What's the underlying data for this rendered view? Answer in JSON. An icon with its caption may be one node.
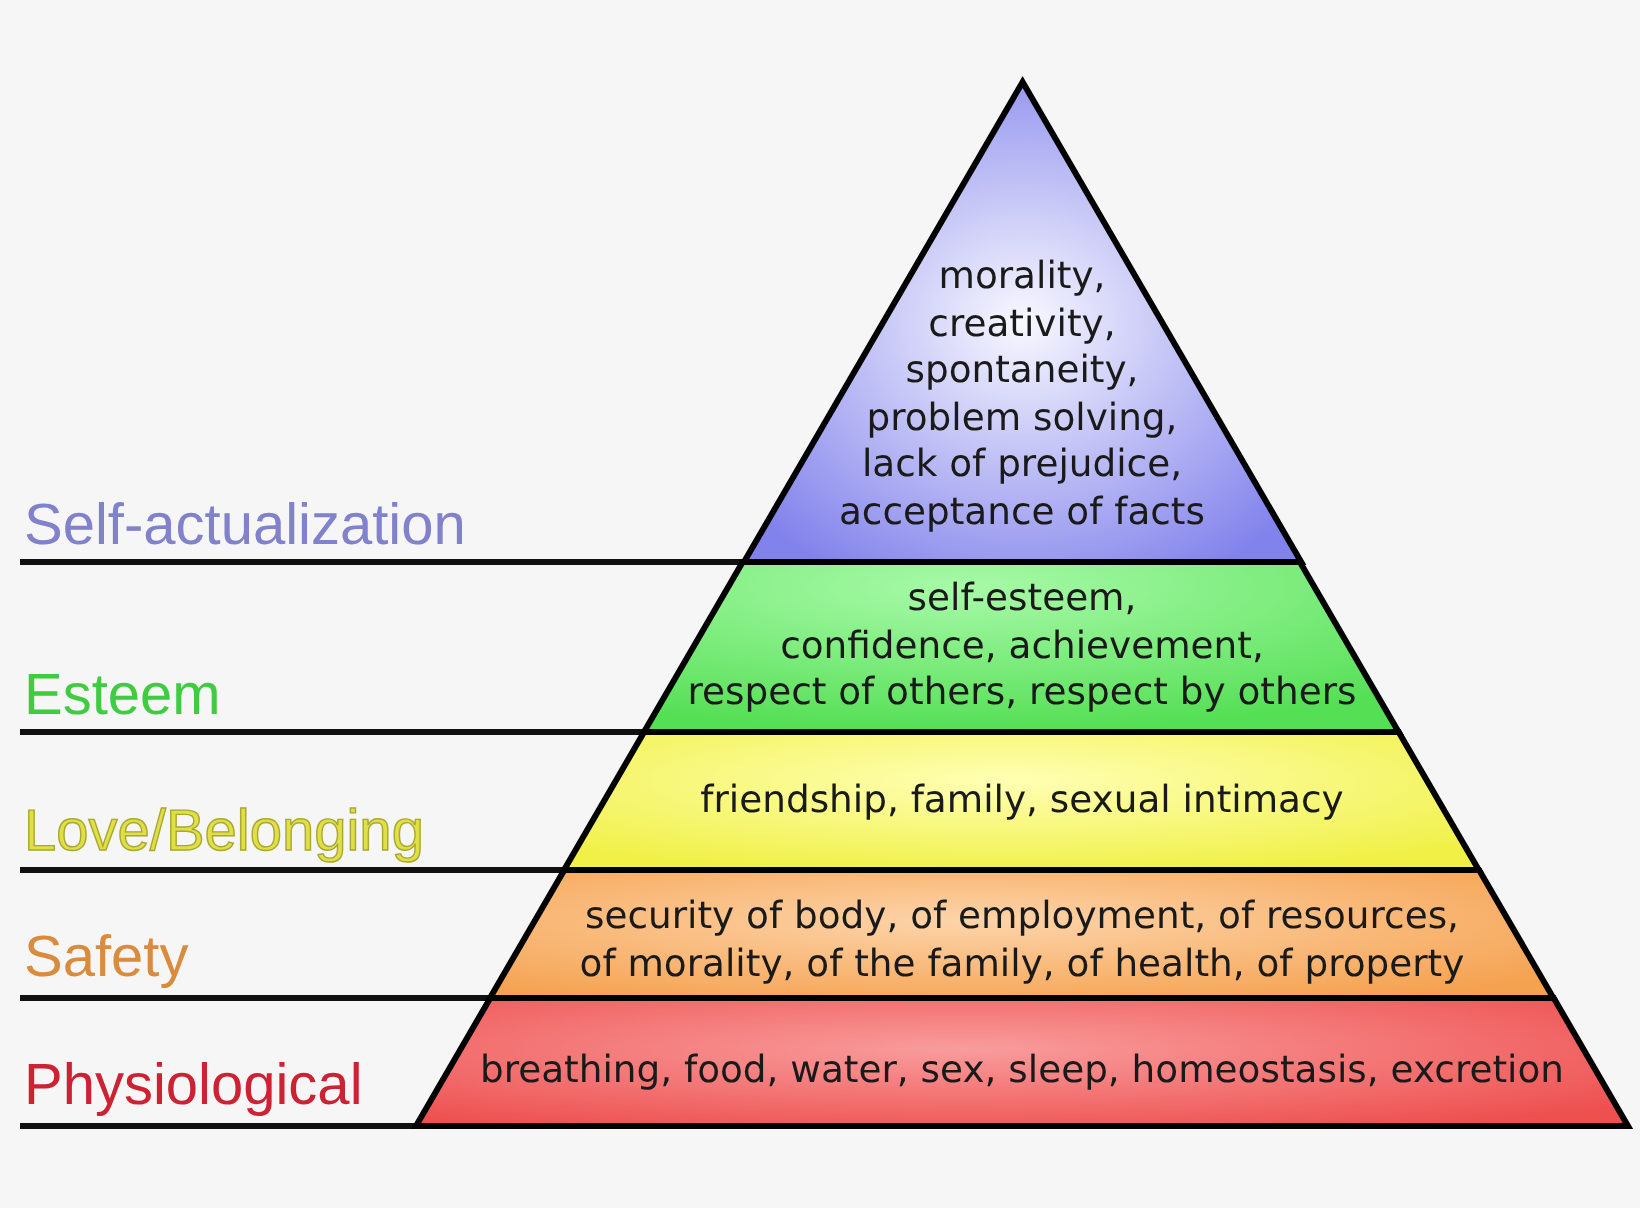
{
  "diagram": {
    "nodes": [
      {
        "text": [
          "morality, creativity, spontaneity, problem solving, lack of prejudice, acceptance of facts"
        ]
      },
      {
        "text": [
          "self-esteem, confidence, achievement, respect of others, respect by others"
        ]
      },
      {
        "text": [
          "friendship, family, sexual intimacy"
        ]
      },
      {
        "text": [
          "security of body, of employment, of resources, of morality, of the family, of health, of property"
        ]
      },
      {
        "text": [
          "breathing, food, water, sex, sleep, homeostasis, excretion"
        ]
      }
    ],
    "labels": [
      "Self-actualization",
      "Esteem",
      "Love/Belonging",
      "Safety",
      "Physiological"
    ]
  }
}
